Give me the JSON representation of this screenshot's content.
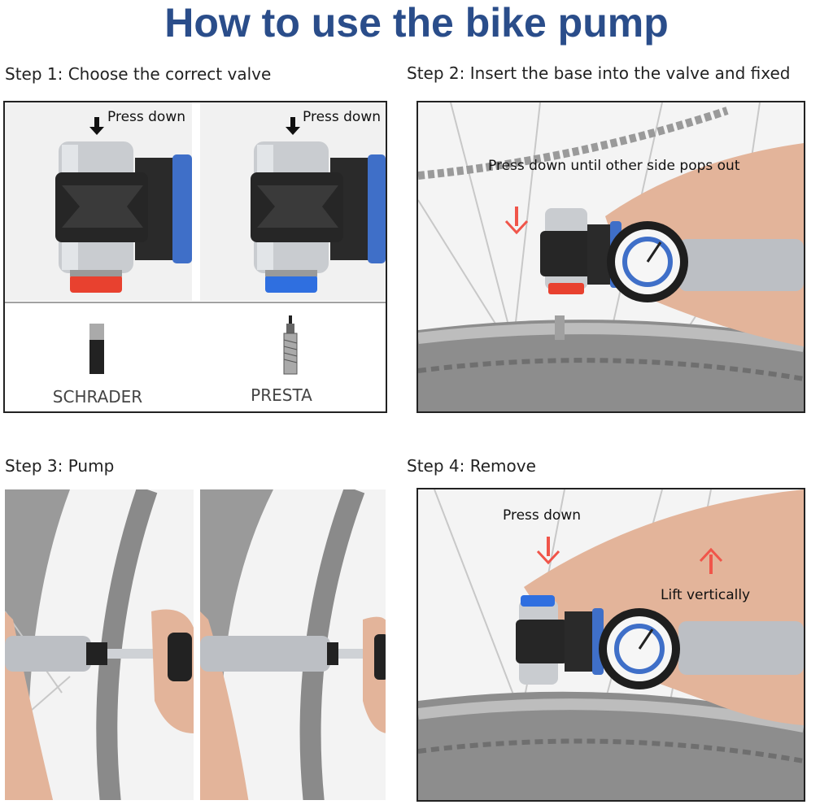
{
  "title": "How to use the bike pump",
  "steps": [
    {
      "label": "Step 1: Choose the correct valve"
    },
    {
      "label": "Step 2: Insert the base into the valve and fixed"
    },
    {
      "label": "Step 3: Pump"
    },
    {
      "label": "Step 4: Remove"
    }
  ],
  "step1": {
    "press_left": "Press down",
    "press_right": "Press down",
    "valve_left": "SCHRADER",
    "valve_right": "PRESTA"
  },
  "step2": {
    "caption": "Press down until other side pops out"
  },
  "step4": {
    "press": "Press down",
    "lift": "Lift vertically"
  },
  "colors": {
    "title": "#2a4d8a",
    "arrow_red": "#f0554a",
    "schrader_cap": "#e8412f",
    "presta_cap": "#2f6fe0",
    "pump_blue": "#3f6fc8"
  },
  "icons": [
    "arrow-down-icon",
    "arrow-up-icon",
    "schrader-valve-icon",
    "presta-valve-icon"
  ]
}
